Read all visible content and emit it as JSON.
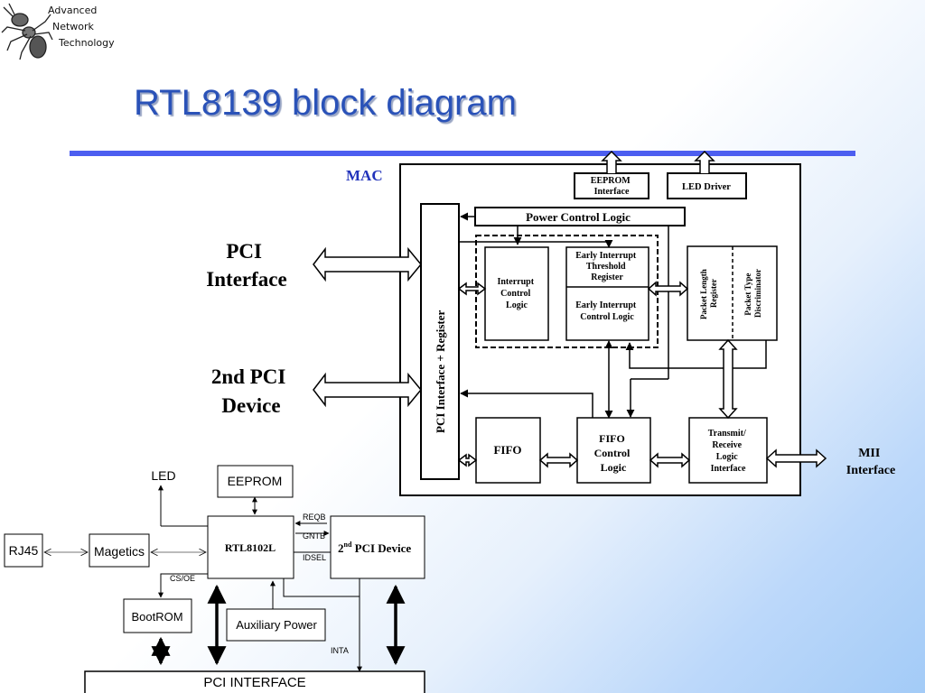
{
  "header": {
    "logo_line1": "Advanced",
    "logo_line2": "Network",
    "logo_line3": "Technology",
    "title": "RTL8139 block diagram"
  },
  "mac_diagram": {
    "mac_label": "MAC",
    "eeprom_interface": [
      "EEPROM",
      "Interface"
    ],
    "led_driver": "LED Driver",
    "power_control": "Power Control Logic",
    "pci_if_register": "PCI   Interface + Register",
    "interrupt_control": [
      "Interrupt",
      "Control",
      "Logic"
    ],
    "early_threshold": [
      "Early Interrupt",
      "Threshold",
      "Register"
    ],
    "early_control": [
      "Early Interrupt",
      "Control Logic"
    ],
    "packet_length": [
      "Packet Length",
      "Register"
    ],
    "packet_type": [
      "Packet Type",
      "Discriminator"
    ],
    "fifo": "FIFO",
    "fifo_control": [
      "FIFO",
      "Control",
      "Logic"
    ],
    "txrx": [
      "Transmit/",
      "Receive",
      "Logic",
      "Interface"
    ],
    "pci_interface": [
      "PCI",
      "Interface"
    ],
    "second_pci": [
      "2nd PCI",
      "Device"
    ],
    "mii_interface": [
      "MII",
      "Interface"
    ]
  },
  "system_diagram": {
    "led": "LED",
    "eeprom": "EEPROM",
    "rj45": "RJ45",
    "magnetics": "Magetics",
    "rtl8102l": "RTL8102L",
    "second_pci_main": "2",
    "second_pci_sup": "nd",
    "second_pci_rest": " PCI Device",
    "reqb": "REQB",
    "gntb": "GNTB",
    "idsel": "IDSEL",
    "csoe": "CS/OE",
    "bootrom": "BootROM",
    "aux_power": "Auxiliary Power",
    "inta": "INTA",
    "pci_bus": "PCI INTERFACE"
  }
}
